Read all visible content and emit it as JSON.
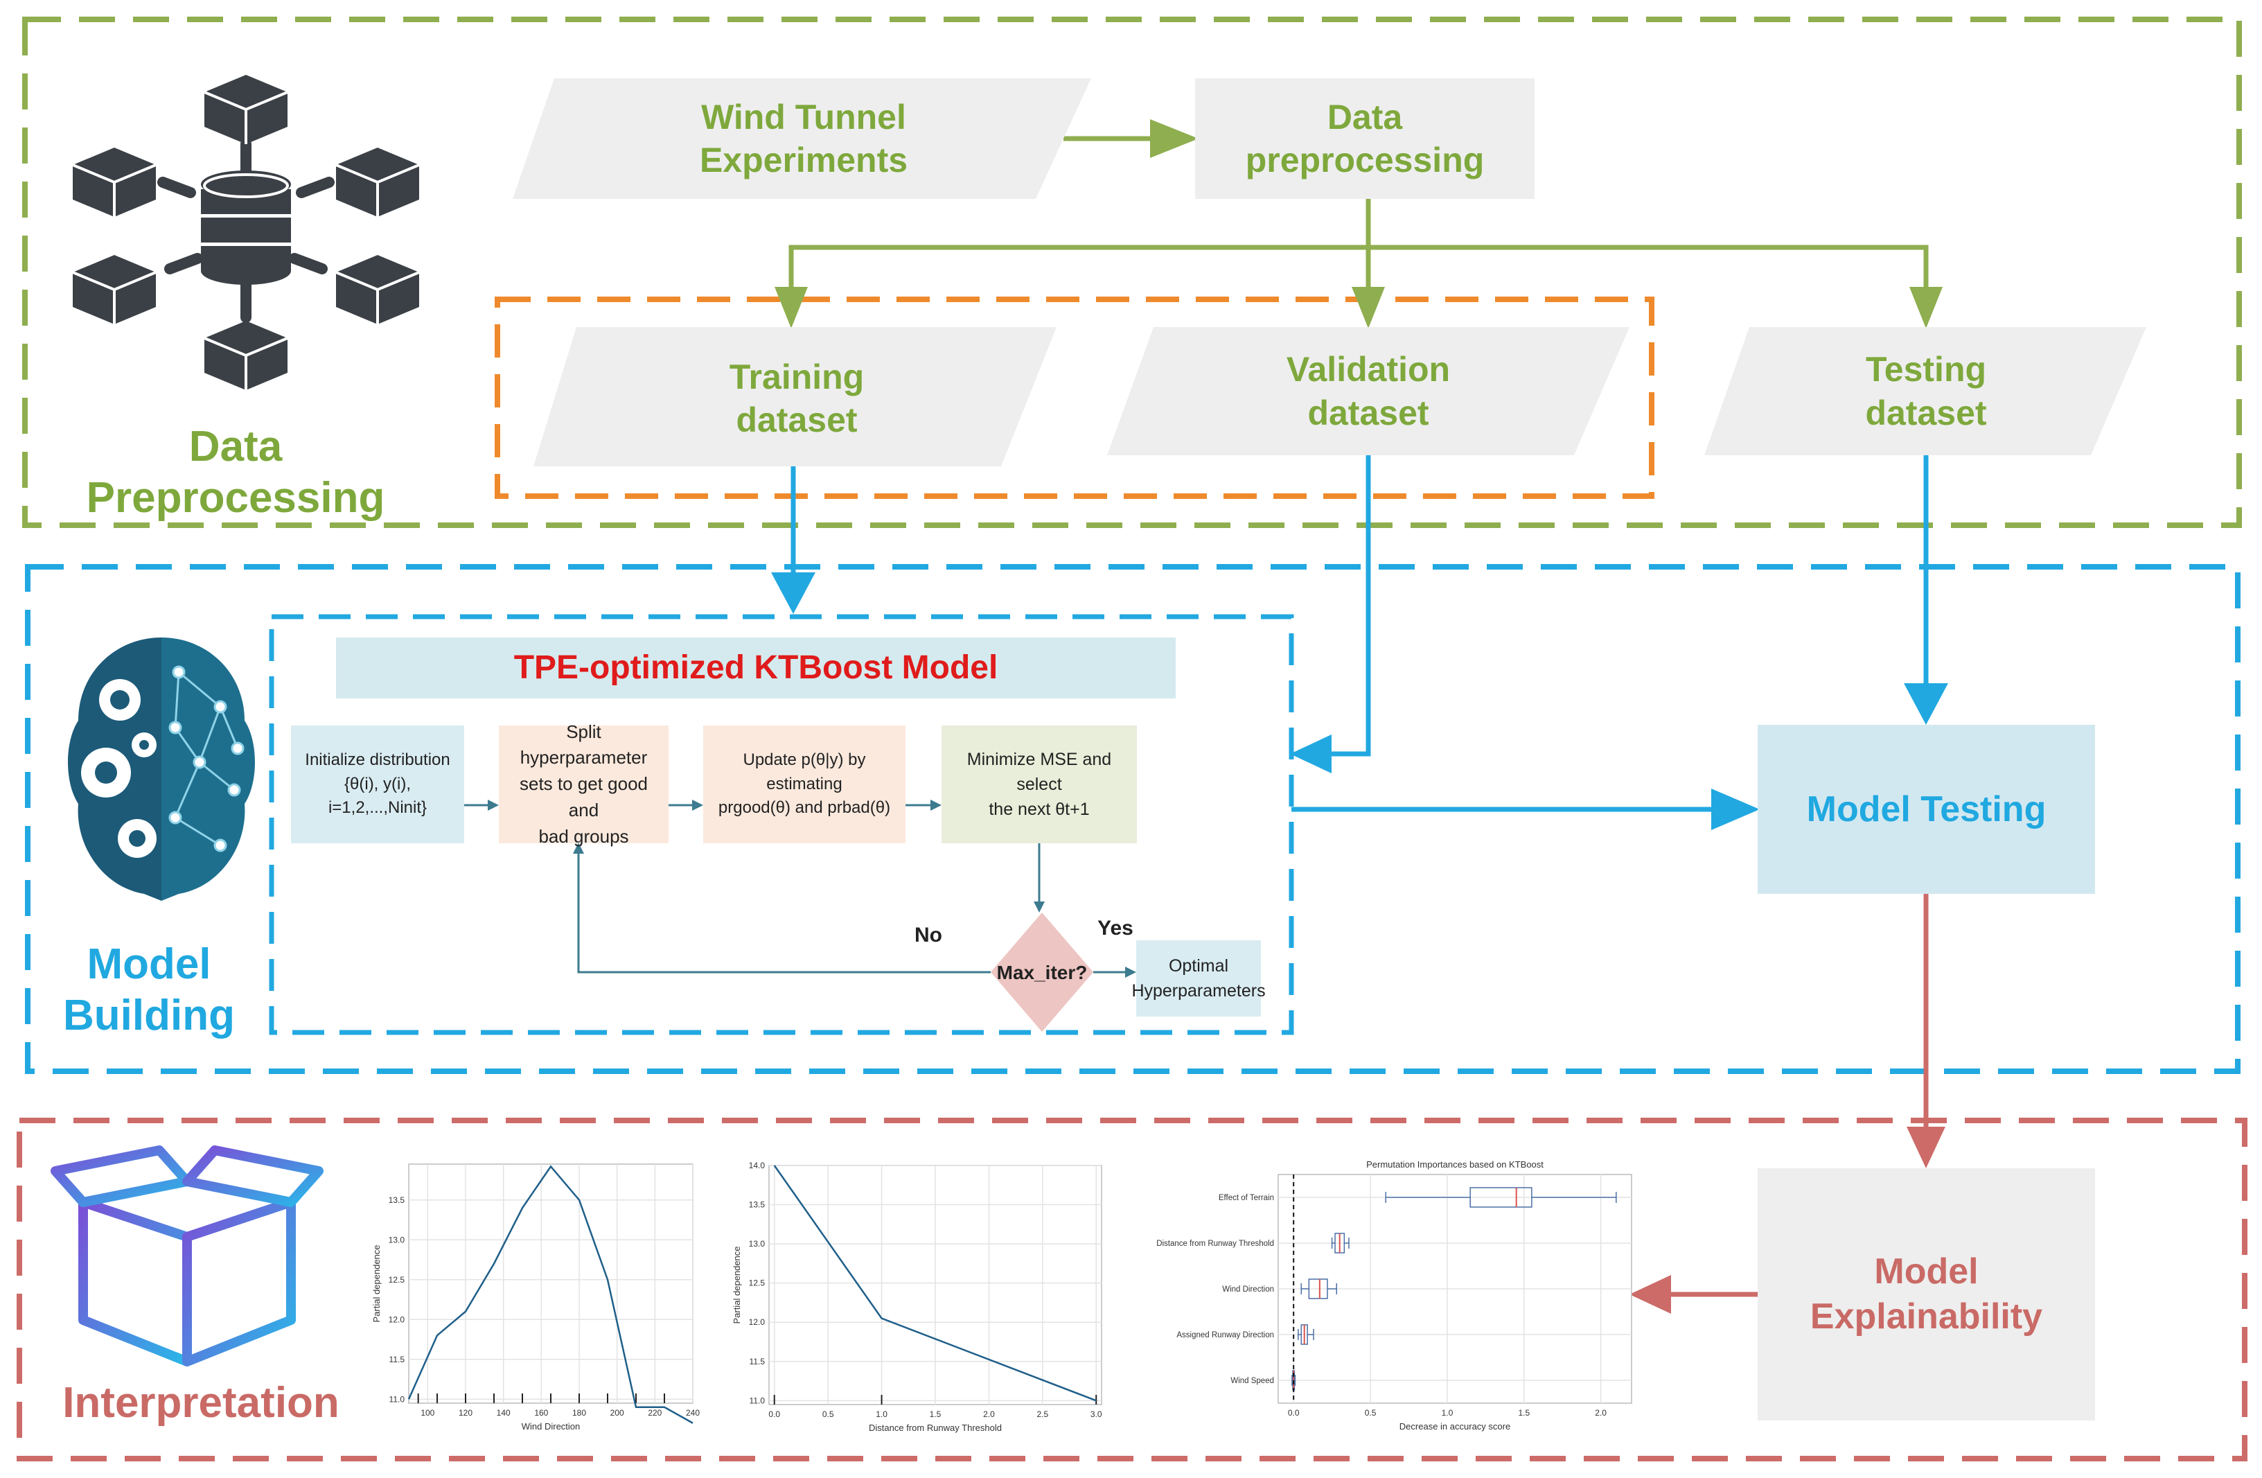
{
  "colors": {
    "green": "#8fae4f",
    "green_text": "#7ea83c",
    "orange": "#ef8a2c",
    "blue": "#22a8e1",
    "blue_text": "#20a8e0",
    "red": "#cc6b68",
    "red_text": "#c96a66",
    "title_red": "#e01b1b",
    "gray_box": "#eeeeee",
    "icon_dark": "#3b4046",
    "teal_dark": "#1c5a78"
  },
  "icons": {
    "data_preprocessing": "database-network-icon",
    "model_building": "brain-gears-icon",
    "interpretation": "open-box-icon"
  },
  "sections": {
    "data_preprocessing": "Data\nPreprocessing",
    "model_building": "Model\nBuilding",
    "interpretation": "Interpretation"
  },
  "nodes": {
    "wind_tunnel": "Wind Tunnel\nExperiments",
    "data_preprocessing": "Data\npreprocessing",
    "training": "Training\ndataset",
    "validation": "Validation\ndataset",
    "testing": "Testing\ndataset",
    "model_testing": "Model Testing",
    "model_explainability": "Model\nExplainability"
  },
  "tpe": {
    "title": "TPE-optimized KTBoost Model",
    "step1": "Initialize distribution\n{θ(i), y(i), i=1,2,...,Ninit}",
    "step2": "Split hyperparameter\nsets to get good and\nbad groups",
    "step3": "Update p(θ|y) by estimating\nprgood(θ) and prbad(θ)",
    "step4": "Minimize MSE and select\nthe next θt+1",
    "decision": "Max_iter?",
    "no": "No",
    "yes": "Yes",
    "optimal": "Optimal\nHyperparameters"
  },
  "chart_data": [
    {
      "type": "line",
      "xlabel": "Wind Direction",
      "ylabel": "Partial dependence",
      "xlim": [
        90,
        240
      ],
      "ylim": [
        10.95,
        13.95
      ],
      "xticks": [
        100,
        120,
        140,
        160,
        180,
        200,
        220,
        240
      ],
      "yticks": [
        11.0,
        11.5,
        12.0,
        12.5,
        13.0,
        13.5
      ],
      "x": [
        90,
        105,
        120,
        135,
        150,
        165,
        180,
        195,
        210,
        225,
        240
      ],
      "y": [
        11.0,
        11.8,
        12.1,
        12.7,
        13.4,
        13.92,
        13.5,
        12.5,
        10.9,
        10.9,
        10.7
      ],
      "rug": [
        95,
        105,
        120,
        135,
        150,
        165,
        180,
        195,
        210,
        225
      ],
      "grid": true
    },
    {
      "type": "line",
      "xlabel": "Distance from Runway Threshold",
      "ylabel": "Partial dependence",
      "xlim": [
        -0.05,
        3.05
      ],
      "ylim": [
        10.95,
        14.0
      ],
      "xticks": [
        0.0,
        0.5,
        1.0,
        1.5,
        2.0,
        2.5,
        3.0
      ],
      "yticks": [
        11.0,
        11.5,
        12.0,
        12.5,
        13.0,
        13.5,
        14.0
      ],
      "x": [
        0.0,
        1.0,
        3.0
      ],
      "y": [
        14.0,
        12.05,
        11.0
      ],
      "rug": [
        0.0,
        1.0,
        3.0
      ],
      "grid": true
    },
    {
      "type": "box",
      "title": "Permutation Importances based on KTBoost",
      "xlabel": "Decrease in accuracy score",
      "xlim": [
        -0.1,
        2.2
      ],
      "xticks": [
        0.0,
        0.5,
        1.0,
        1.5,
        2.0
      ],
      "categories": [
        "Effect of Terrain",
        "Distance from Runway Threshold",
        "Wind Direction",
        "Assigned Runway Direction",
        "Wind Speed"
      ],
      "boxes": [
        {
          "min": 0.6,
          "q1": 1.15,
          "median": 1.45,
          "q3": 1.55,
          "max": 2.1
        },
        {
          "min": 0.25,
          "q1": 0.27,
          "median": 0.3,
          "q3": 0.33,
          "max": 0.36
        },
        {
          "min": 0.05,
          "q1": 0.1,
          "median": 0.17,
          "q3": 0.22,
          "max": 0.28
        },
        {
          "min": 0.03,
          "q1": 0.05,
          "median": 0.07,
          "q3": 0.09,
          "max": 0.13
        },
        {
          "min": -0.01,
          "q1": -0.005,
          "median": 0.0,
          "q3": 0.005,
          "max": 0.01
        }
      ],
      "reference_line": 0.0,
      "grid": true
    }
  ]
}
